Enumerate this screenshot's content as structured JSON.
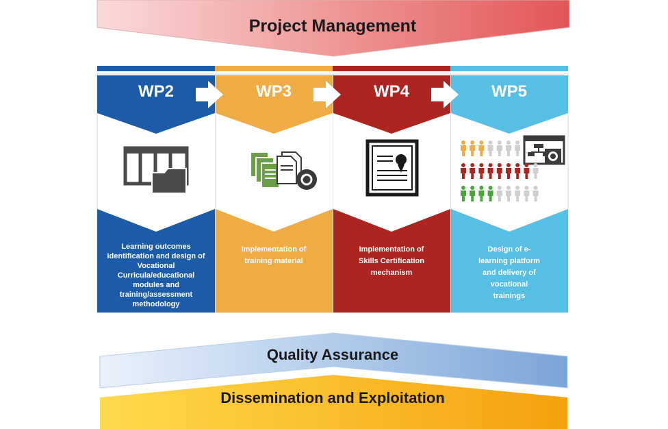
{
  "top_banner": {
    "title": "Project Management",
    "color_start": "#f8d0d0",
    "color_end": "#e45a5a"
  },
  "work_packages": [
    {
      "id": "WP2",
      "color": "#1c5ba8",
      "text_color": "#ffffff",
      "description_lines": [
        "Learning outcomes",
        "identification and design of",
        "Vocational",
        "Curricula/educational",
        "modules and",
        "training/assessment",
        "methodology"
      ],
      "icon": "grid-folder-icon"
    },
    {
      "id": "WP3",
      "color": "#efac45",
      "text_color": "#ffffff",
      "description_lines": [
        "Implementation of",
        "training material"
      ],
      "icon": "documents-icon"
    },
    {
      "id": "WP4",
      "color": "#ad2520",
      "text_color": "#ffffff",
      "description_lines": [
        "Implementation of",
        "Skills Certification",
        "mechanism"
      ],
      "icon": "certificate-icon"
    },
    {
      "id": "WP5",
      "color": "#56bfe3",
      "text_color": "#ffffff",
      "description_lines": [
        "Design of e-",
        "learning platform",
        "and delivery of",
        "vocational",
        "trainings"
      ],
      "icon": "people-platform-icon"
    }
  ],
  "quality_banner": {
    "title": "Quality Assurance",
    "color_start": "#e6f0fb",
    "color_end": "#7aa6d8"
  },
  "dissemination_banner": {
    "title": "Dissemination and Exploitation",
    "color_start": "#ffd84a",
    "color_end": "#f4a00c"
  }
}
